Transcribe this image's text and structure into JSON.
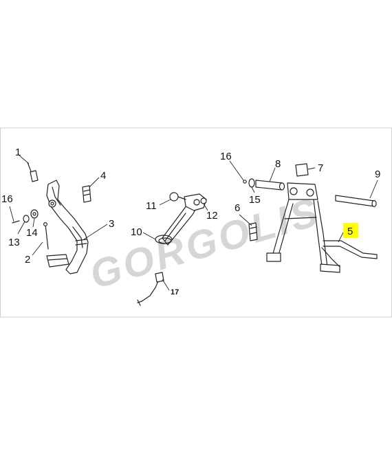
{
  "diagram": {
    "watermark": "GORGOLIS",
    "highlight_color": "#ffff00",
    "callouts": [
      {
        "id": "c1",
        "label": "1"
      },
      {
        "id": "c2",
        "label": "2"
      },
      {
        "id": "c3",
        "label": "3"
      },
      {
        "id": "c4",
        "label": "4"
      },
      {
        "id": "c5",
        "label": "5",
        "highlighted": true
      },
      {
        "id": "c6",
        "label": "6"
      },
      {
        "id": "c7",
        "label": "7"
      },
      {
        "id": "c8",
        "label": "8"
      },
      {
        "id": "c9",
        "label": "9"
      },
      {
        "id": "c10",
        "label": "10"
      },
      {
        "id": "c11",
        "label": "11"
      },
      {
        "id": "c12",
        "label": "12"
      },
      {
        "id": "c13",
        "label": "13"
      },
      {
        "id": "c14",
        "label": "14"
      },
      {
        "id": "c15",
        "label": "15"
      },
      {
        "id": "c16a",
        "label": "16"
      },
      {
        "id": "c16b",
        "label": "16"
      },
      {
        "id": "c17",
        "label": "17"
      }
    ]
  }
}
